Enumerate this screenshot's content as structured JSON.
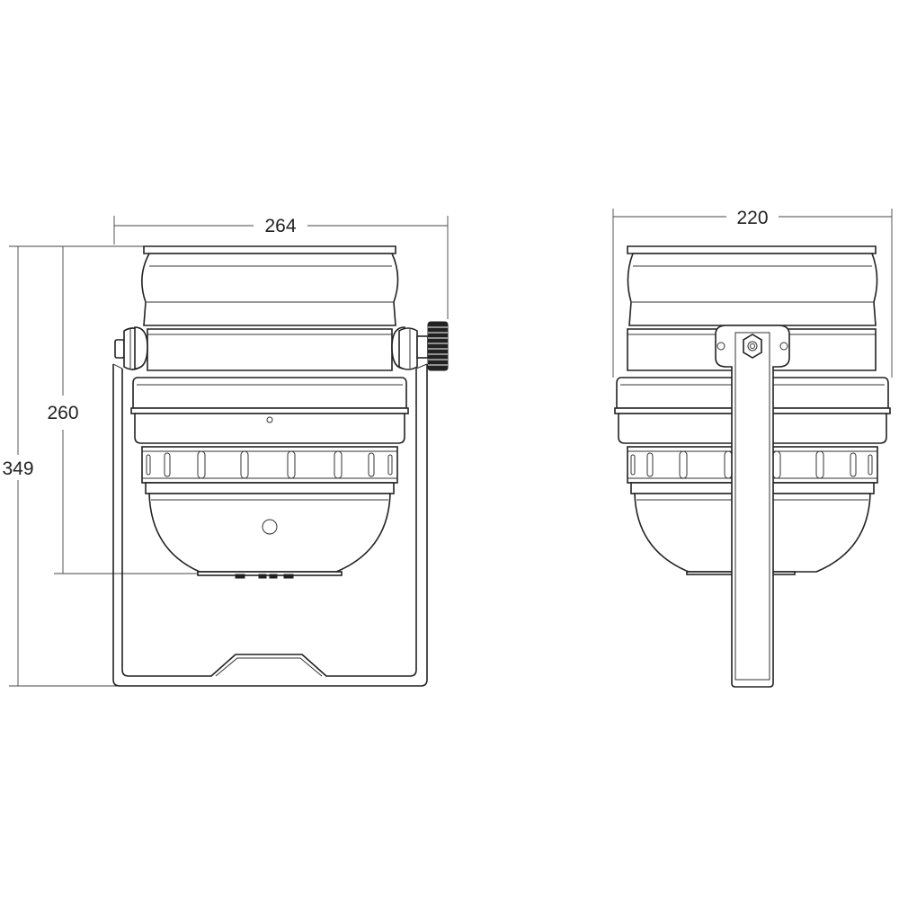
{
  "front_view": {
    "width_label": "264",
    "height_body_label": "260",
    "height_total_label": "349"
  },
  "side_view": {
    "width_label": "220"
  }
}
